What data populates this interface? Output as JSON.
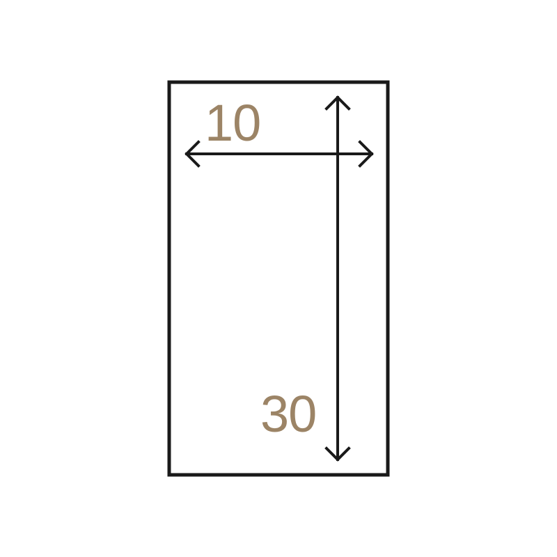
{
  "diagram": {
    "width_label": "10",
    "height_label": "30",
    "colors": {
      "outline": "#1a1a1a",
      "arrow": "#1a1a1a",
      "label": "#9c8466",
      "background": "#ffffff"
    },
    "icons": {
      "width_arrow": "double-headed-horizontal-arrow",
      "height_arrow": "double-headed-vertical-arrow"
    }
  }
}
